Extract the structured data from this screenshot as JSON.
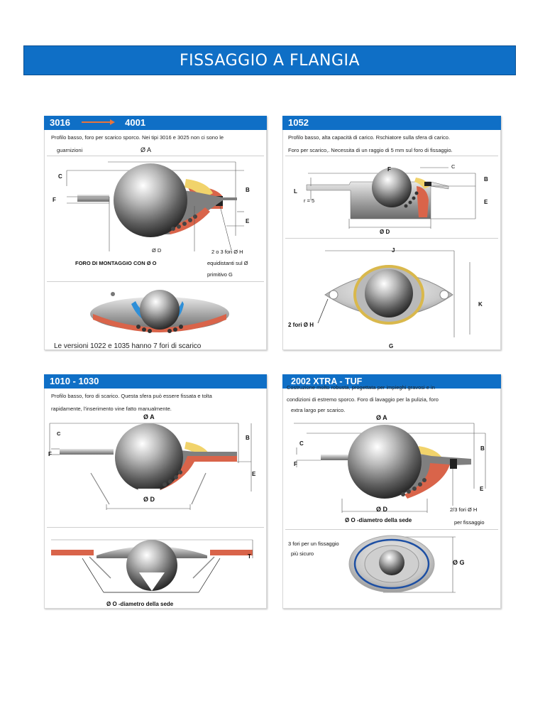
{
  "title": "FISSAGGIO A FLANGIA",
  "p3016": {
    "header_from": "3016",
    "header_to": "4001",
    "desc1": "Profilo basso, foro per scarico sporco. Nei tipi 3016 e 3025 non ci sono le",
    "desc2": "guarnizioni",
    "dim_a": "Ø A",
    "dim_c": "C",
    "dim_b": "B",
    "dim_f": "F",
    "dim_e": "E",
    "dim_d": "Ø D",
    "holes": "2 o 3 fori Ø H",
    "mount": "FORO DI MONTAGGIO CON Ø O",
    "equi": "equidistanti sul Ø",
    "primitivo": "primitivo G",
    "note": "Le versioni 1022 e 1035 hanno 7 fori di scarico"
  },
  "p1052": {
    "header": "1052",
    "desc1": "Profilo basso, alta capacità di carico. Rschiatore sulla sfera di carico.",
    "desc2": "Foro per scarico,. Necessita di un raggio di 5 mm sul foro di fissaggio.",
    "dim_f": "F",
    "dim_c": "C",
    "dim_b": "B",
    "dim_l": "L",
    "dim_r": "r = 5",
    "dim_e": "E",
    "dim_d": "Ø D",
    "dim_j": "J",
    "dim_k": "K",
    "holes": "2 fori Ø H",
    "dim_g": "G"
  },
  "p1010": {
    "header": "1010 - 1030",
    "desc1": "Profilo basso, foro di scarico.  Questa sfera può essere fissata e tolta",
    "desc2": "rapidamente, l'inserimento vine fatto manualmente.",
    "dim_a": "Ø A",
    "dim_c": "C",
    "dim_b": "B",
    "dim_f": "F",
    "dim_e": "E",
    "dim_d": "Ø D",
    "dim_t": "T",
    "seat": "Ø O -diametro della sede"
  },
  "p2002": {
    "header": "2002 XTRA - TUF",
    "desc1": "Costruzione molto robusta, progettata per impieghi gravosi e in",
    "desc2": "condizioni di estremo sporco. Foro di lavaggio per la pulizia, foro",
    "desc3": "extra largo per scarico.",
    "dim_a": "Ø A",
    "dim_c": "C",
    "dim_b": "B",
    "dim_f": "F",
    "dim_e": "E",
    "dim_d": "Ø D",
    "seat": "Ø O -diametro della sede",
    "holes": "2/3 fori Ø H",
    "fix": "per fissaggio",
    "three1": "3 fori  per un fissaggio",
    "three2": "più sicuro",
    "dim_g": "Ø G"
  },
  "colors": {
    "header_blue": "#0f6fc6",
    "flange_red": "#d9644a",
    "seal_yellow": "#f1d36b",
    "seal_blue": "#2e8fd8",
    "ring_blue": "#1d4fa3"
  }
}
